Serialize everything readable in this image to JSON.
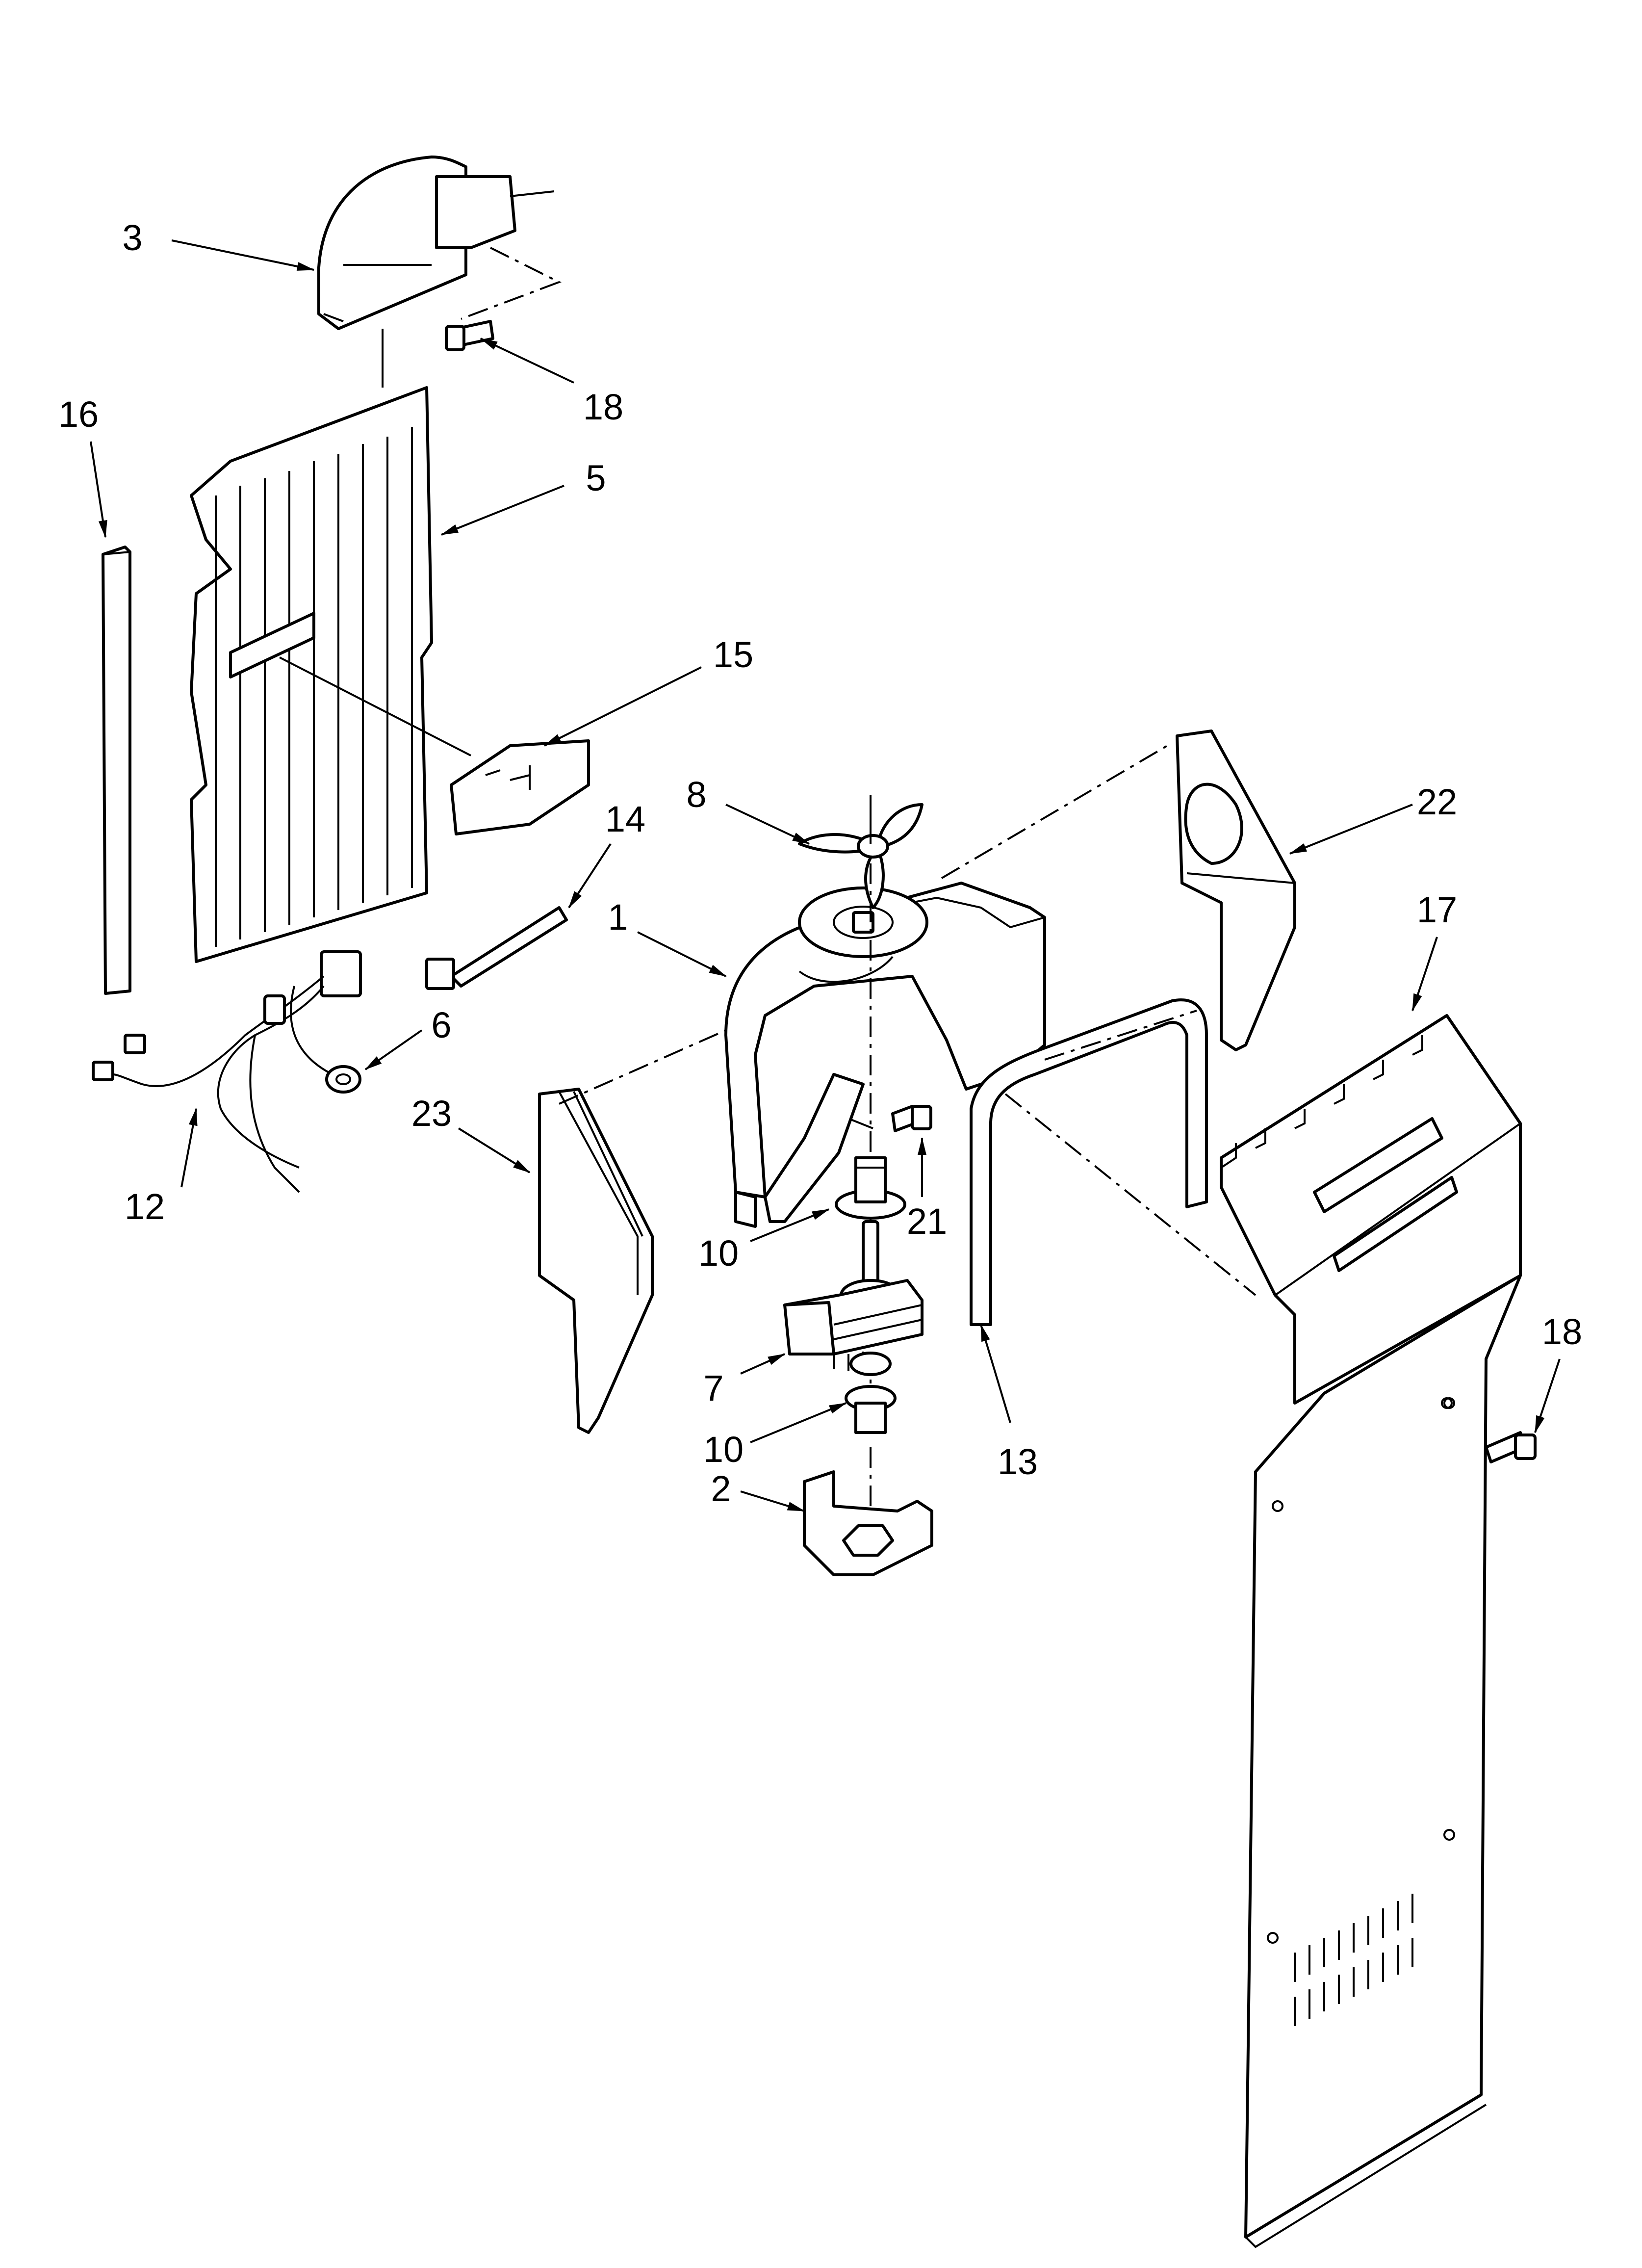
{
  "callouts": [
    {
      "id": "c3",
      "label": "3"
    },
    {
      "id": "c18a",
      "label": "18"
    },
    {
      "id": "c16",
      "label": "16"
    },
    {
      "id": "c5",
      "label": "5"
    },
    {
      "id": "c15",
      "label": "15"
    },
    {
      "id": "c14",
      "label": "14"
    },
    {
      "id": "c8",
      "label": "8"
    },
    {
      "id": "c22",
      "label": "22"
    },
    {
      "id": "c1",
      "label": "1"
    },
    {
      "id": "c17",
      "label": "17"
    },
    {
      "id": "c6",
      "label": "6"
    },
    {
      "id": "c23",
      "label": "23"
    },
    {
      "id": "c12",
      "label": "12"
    },
    {
      "id": "c21",
      "label": "21"
    },
    {
      "id": "c10a",
      "label": "10"
    },
    {
      "id": "c7",
      "label": "7"
    },
    {
      "id": "c10b",
      "label": "10"
    },
    {
      "id": "c13",
      "label": "13"
    },
    {
      "id": "c18b",
      "label": "18"
    },
    {
      "id": "c2",
      "label": "2"
    }
  ]
}
